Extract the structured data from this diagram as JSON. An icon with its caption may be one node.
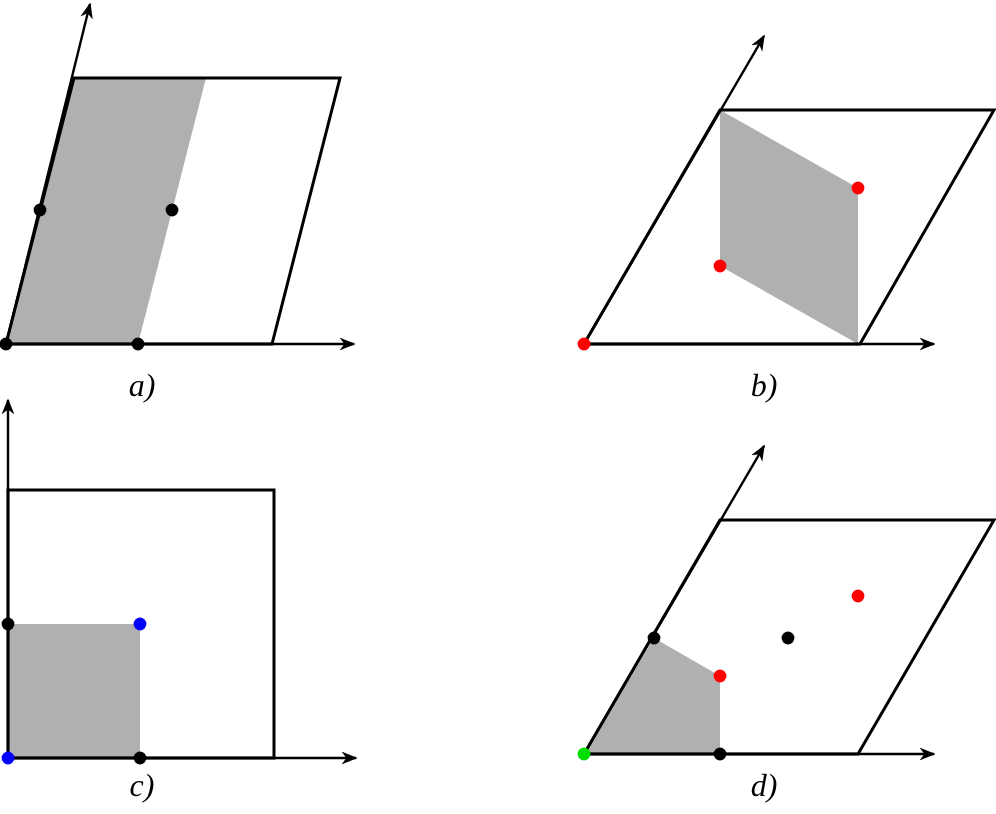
{
  "diagram": {
    "labels": [
      "a)",
      "b)",
      "c)",
      "d)"
    ]
  }
}
